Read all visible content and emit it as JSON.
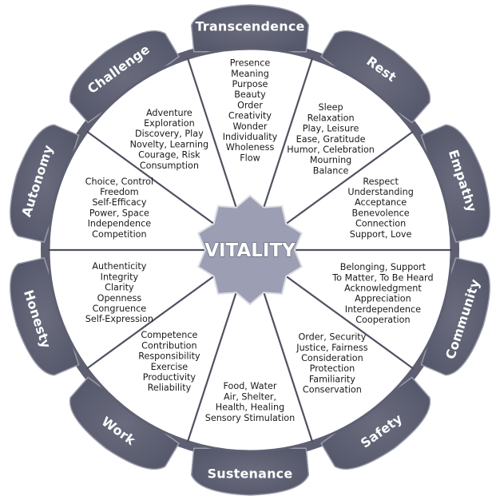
{
  "title": "Vitality Needs Wheel",
  "center": {
    "label": "VITALITY"
  },
  "colors": {
    "petal": "#5e6072",
    "petal_edge": "#9a9cab",
    "center": "#9c9fb3",
    "divider": "#4f5161",
    "background": "#ffffff",
    "text": "#1a1a1a"
  },
  "sectors": [
    {
      "name": "Transcendence",
      "needs": [
        "Presence",
        "Meaning",
        "Purpose",
        "Beauty",
        "Order",
        "Creativity",
        "Wonder",
        "Individuality",
        "Wholeness",
        "Flow"
      ]
    },
    {
      "name": "Rest",
      "needs": [
        "Sleep",
        "Relaxation",
        "Play, Leisure",
        "Ease, Gratitude",
        "Humor, Celebration",
        "Mourning",
        "Balance"
      ]
    },
    {
      "name": "Empathy",
      "needs": [
        "Respect",
        "Understanding",
        "Acceptance",
        "Benevolence",
        "Connection",
        "Support, Love"
      ]
    },
    {
      "name": "Community",
      "needs": [
        "Belonging, Support",
        "To Matter, To Be Heard",
        "Acknowledgment",
        "Appreciation",
        "Interdependence",
        "Cooperation"
      ]
    },
    {
      "name": "Safety",
      "needs": [
        "Order, Security",
        "Justice, Fairness",
        "Consideration",
        "Protection",
        "Familiarity",
        "Conservation"
      ]
    },
    {
      "name": "Sustenance",
      "needs": [
        "Food, Water",
        "Air, Shelter,",
        "Health, Healing",
        "Sensory Stimulation"
      ]
    },
    {
      "name": "Work",
      "needs": [
        "Competence",
        "Contribution",
        "Responsibility",
        "Exercise",
        "Productivity",
        "Reliability"
      ]
    },
    {
      "name": "Honesty",
      "needs": [
        "Authenticity",
        "Integrity",
        "Clarity",
        "Openness",
        "Congruence",
        "Self-Expression"
      ]
    },
    {
      "name": "Autonomy",
      "needs": [
        "Choice, Control",
        "Freedom",
        "Self-Efficacy",
        "Power, Space",
        "Independence",
        "Competition"
      ]
    },
    {
      "name": "Challenge",
      "needs": [
        "Adventure",
        "Exploration",
        "Discovery, Play",
        "Novelty, Learning",
        "Courage, Risk",
        "Consumption"
      ]
    }
  ]
}
